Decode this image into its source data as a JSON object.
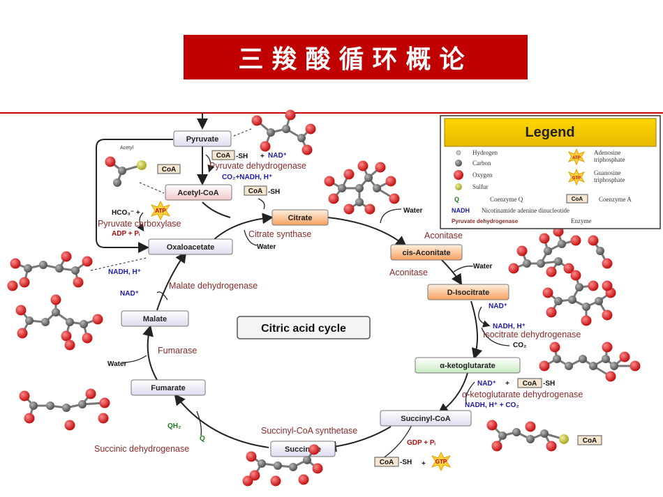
{
  "title": "三羧酸循环概论",
  "center_label": "Citric acid cycle",
  "metabolites": {
    "pyruvate": "Pyruvate",
    "acetyl_coa": "Acetyl-CoA",
    "citrate": "Citrate",
    "cis_aconitate": "cis-Aconitate",
    "isocitrate": "D-Isocitrate",
    "alpha_kg": "α-ketoglutarate",
    "succinyl_coa": "Succinyl-CoA",
    "succinate": "Succinate",
    "fumarate": "Fumarate",
    "malate": "Malate",
    "oxaloacetate": "Oxaloacetate"
  },
  "enzymes": {
    "pdh": "Pyruvate dehydrogenase",
    "pyruvate_carboxylase": "Pyruvate carboxylase",
    "citrate_synthase": "Citrate synthase",
    "aconitase_1": "Aconitase",
    "aconitase_2": "Aconitase",
    "idh": "Isocitrate dehydrogenase",
    "akgdh": "α-ketoglutarate dehydrogenase",
    "scs": "Succinyl-CoA synthetase",
    "sdh": "Succinic dehydrogenase",
    "fumarase": "Fumarase",
    "mdh": "Malate dehydrogenase"
  },
  "cofactors": {
    "coa": "CoA",
    "sh": "-SH",
    "plus": "+",
    "nad": "NAD⁺",
    "nadh_h": "NADH, H⁺",
    "co2_nadh": "CO₂+NADH, H⁺",
    "hco3": "HCO₃⁻ +",
    "atp": "ATP",
    "adp_pi": "ADP + Pᵢ",
    "water": "Water",
    "co2": "CO₂",
    "nadh_co2": "NADH, H⁺ + CO₂",
    "gdp_pi": "GDP + Pᵢ",
    "gtp": "GTP",
    "qh2": "QH₂",
    "q": "Q",
    "acetyl": "Acetyl"
  },
  "legend": {
    "title": "Legend",
    "hydrogen": "Hydrogen",
    "carbon": "Carbon",
    "oxygen": "Oxygen",
    "sulfur": "Sulfur",
    "q_symbol": "Q",
    "q_text": "Coenzyme Q",
    "nadh_symbol": "NADH",
    "nadh_text": "Nicotinamide adenine dinucleotide",
    "enzyme_symbol": "Pyruvate dehydrogenase",
    "enzyme_text": "Enzyme",
    "atp_symbol": "ATP",
    "atp_text_1": "Adenosine",
    "atp_text_2": "triphosphate",
    "gtp_symbol": "GTP",
    "gtp_text_1": "Guanosine",
    "gtp_text_2": "triphosphate",
    "coa_symbol": "CoA",
    "coa_text": "Coenzyme A"
  }
}
